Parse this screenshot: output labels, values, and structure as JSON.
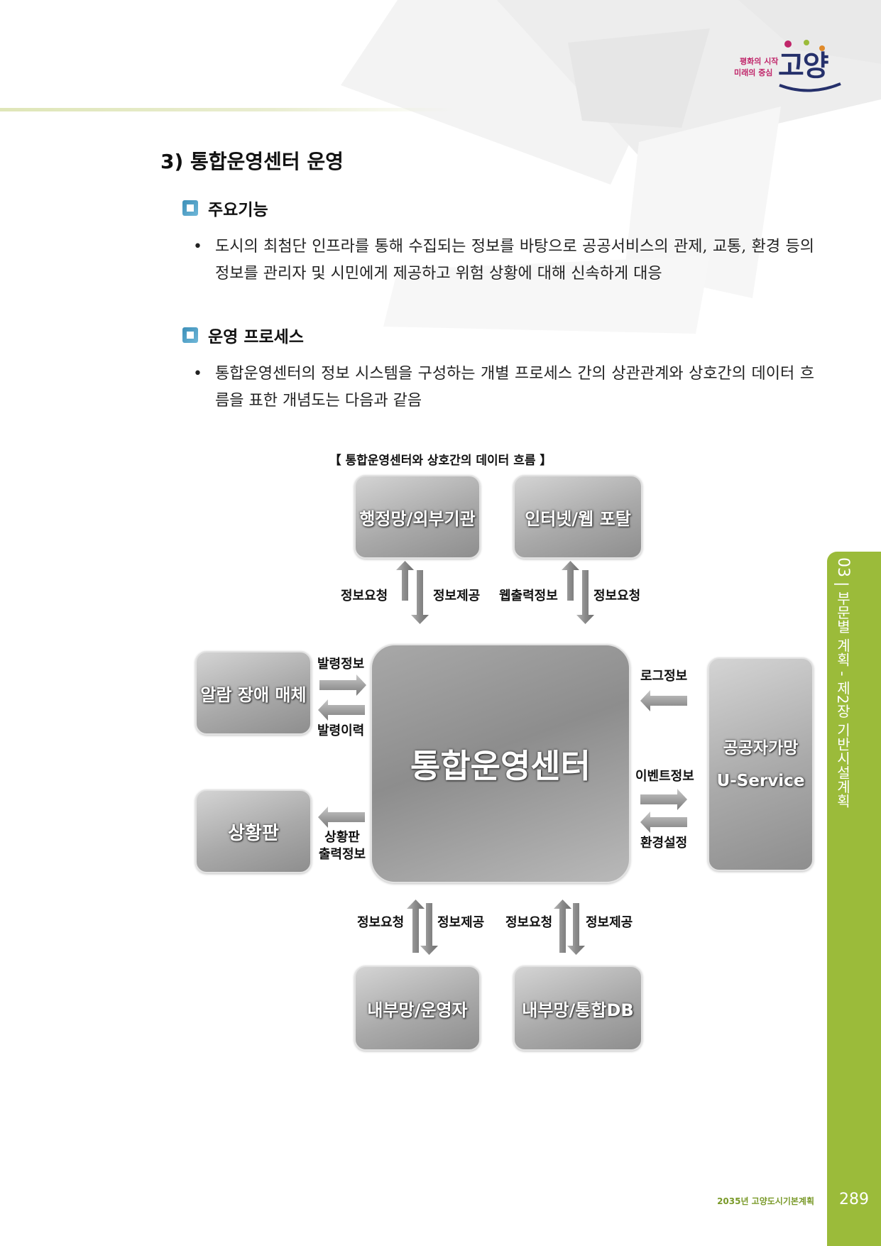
{
  "logo": {
    "line1": "평화의 시작",
    "line2": "미래의 중심",
    "name": "고양"
  },
  "section": {
    "title": "3) 통합운영센터 운영"
  },
  "subsections": [
    {
      "title": "주요기능",
      "bullet": "도시의 최첨단 인프라를 통해 수집되는 정보를 바탕으로 공공서비스의 관제, 교통, 환경 등의 정보를 관리자 및 시민에게 제공하고 위험 상황에 대해 신속하게 대응"
    },
    {
      "title": "운영 프로세스",
      "bullet": "통합운영센터의 정보 시스템을 구성하는 개별 프로세스 간의 상관관계와 상호간의 데이터 흐름을 표한 개념도는 다음과 같음"
    }
  ],
  "diagram": {
    "caption": "【  통합운영센터와 상호간의 데이터 흐름  】",
    "center": "통합운영센터",
    "boxes": {
      "top_left": "행정망/외부기관",
      "top_right": "인터넷/웹 포탈",
      "left_top": "알람 장애 매체",
      "left_bottom": "상황판",
      "right_line1": "공공자가망",
      "right_line2": "U-Service",
      "bottom_left": "내부망/운영자",
      "bottom_right": "내부망/통합DB"
    },
    "labels": {
      "top_left_up": "정보요청",
      "top_left_down": "정보제공",
      "top_right_up": "웹출력정보",
      "top_right_down": "정보요청",
      "left_out": "발령정보",
      "left_in": "발령이력",
      "board_line1": "상황판",
      "board_line2": "출력정보",
      "right_log": "로그정보",
      "right_event": "이벤트정보",
      "right_env": "환경설정",
      "bottom_left_up": "정보요청",
      "bottom_left_down": "정보제공",
      "bottom_right_up": "정보요청",
      "bottom_right_down": "정보제공"
    }
  },
  "side_tab": {
    "chapter_num": "03",
    "chapter": "부문별 계획",
    "sep": "-",
    "section": "제2장 기반시설계획"
  },
  "footer": {
    "plan_title": "2035년 고양도시기본계획",
    "page": "289"
  },
  "colors": {
    "accent_green": "#9bbb3a",
    "icon_blue": "#3c8fb8",
    "logo_navy": "#25306b",
    "logo_magenta": "#c0266a"
  }
}
